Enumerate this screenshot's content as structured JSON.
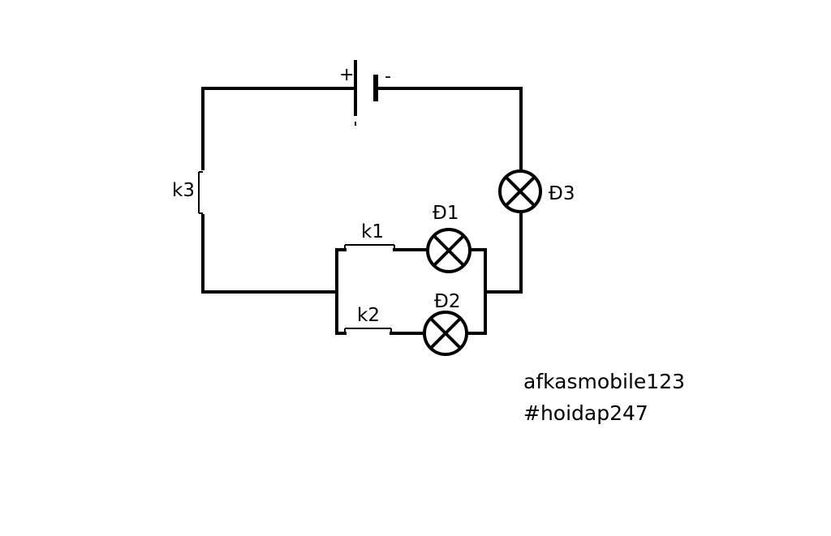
{
  "battery": {
    "positive_sign": "+",
    "negative_sign": "-"
  },
  "switches": {
    "k1": "k1",
    "k2": "k2",
    "k3": "k3"
  },
  "lamps": {
    "d1": "Đ1",
    "d2": "Đ2",
    "d3": "Đ3"
  },
  "watermark": {
    "line1": "afkasmobile123",
    "line2": "#hoidap247"
  }
}
